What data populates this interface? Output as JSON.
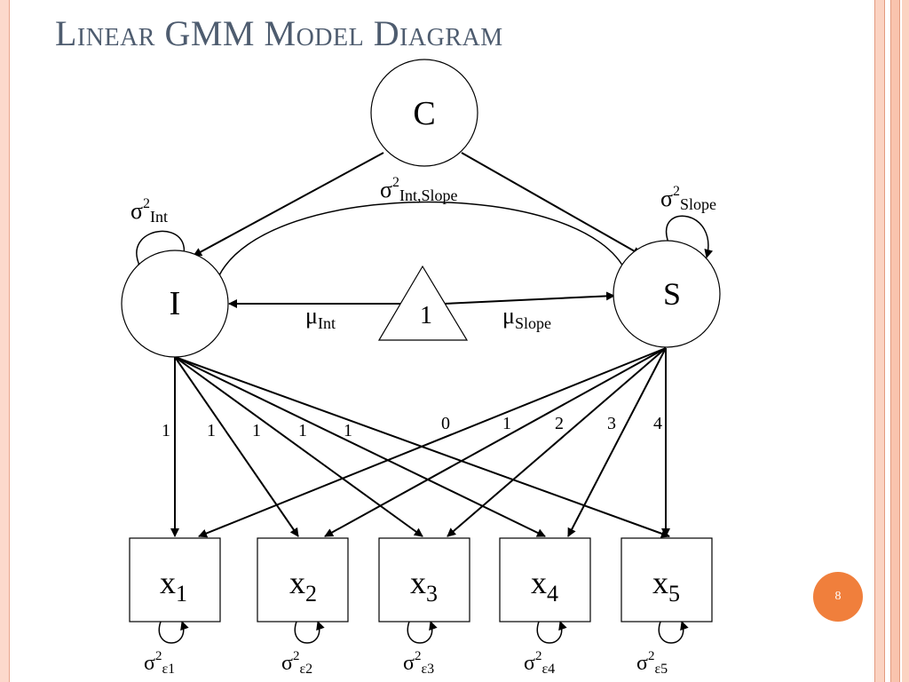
{
  "slide": {
    "title": "Linear GMM Model Diagram",
    "page_number": "8"
  },
  "diagram": {
    "latent": {
      "class": "C",
      "intercept": "I",
      "slope": "S"
    },
    "constant": "1",
    "paths": {
      "mean_int": {
        "base": "μ",
        "sub": "Int"
      },
      "mean_slope": {
        "base": "μ",
        "sub": "Slope"
      },
      "var_int": {
        "base": "σ",
        "sup": "2",
        "sub": "Int"
      },
      "var_slope": {
        "base": "σ",
        "sup": "2",
        "sub": "Slope"
      },
      "cov": {
        "base": "σ",
        "sup": "2",
        "sub": "Int,Slope"
      }
    },
    "intercept_loadings": [
      "1",
      "1",
      "1",
      "1",
      "1"
    ],
    "slope_loadings": [
      "0",
      "1",
      "2",
      "3",
      "4"
    ],
    "observed": [
      {
        "base": "x",
        "sub": "1"
      },
      {
        "base": "x",
        "sub": "2"
      },
      {
        "base": "x",
        "sub": "3"
      },
      {
        "base": "x",
        "sub": "4"
      },
      {
        "base": "x",
        "sub": "5"
      }
    ],
    "residuals": [
      {
        "base": "σ",
        "sup": "2",
        "sub": "ε1"
      },
      {
        "base": "σ",
        "sup": "2",
        "sub": "ε2"
      },
      {
        "base": "σ",
        "sup": "2",
        "sub": "ε3"
      },
      {
        "base": "σ",
        "sup": "2",
        "sub": "ε4"
      },
      {
        "base": "σ",
        "sup": "2",
        "sub": "ε5"
      }
    ]
  }
}
